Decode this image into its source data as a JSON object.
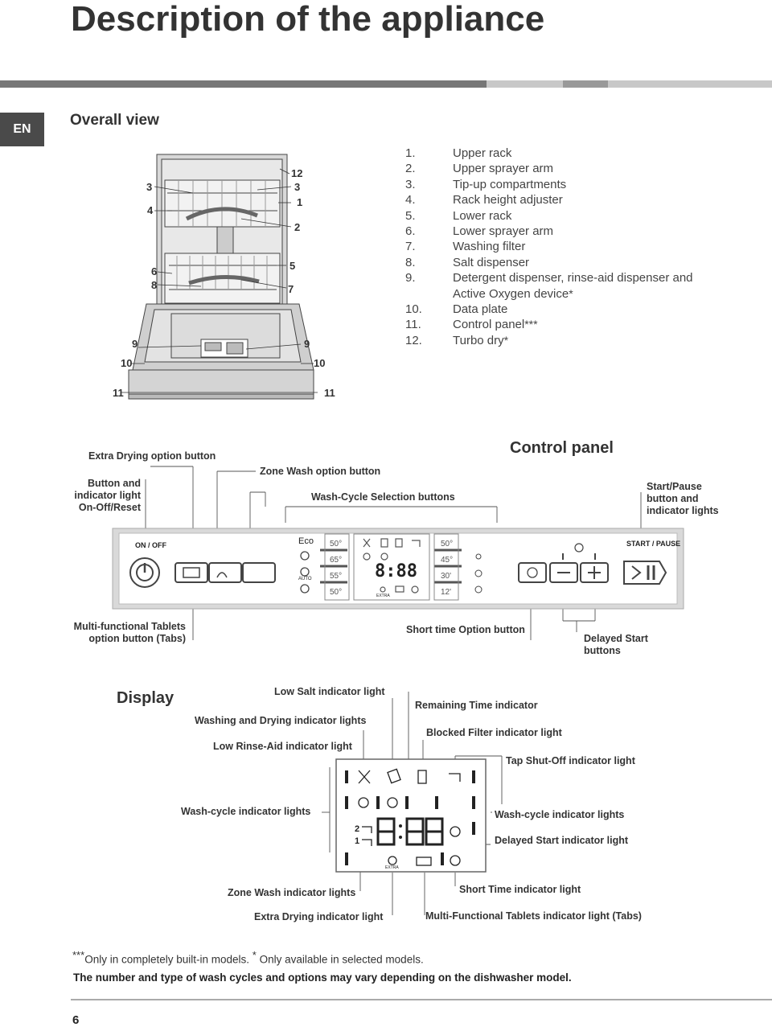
{
  "page_title": "Description of the appliance",
  "language_tab": "EN",
  "overall_view": {
    "heading": "Overall view",
    "parts": [
      {
        "num": "1.",
        "label": "Upper rack",
        "mark": ""
      },
      {
        "num": "2.",
        "label": "Upper sprayer arm",
        "mark": ""
      },
      {
        "num": "3.",
        "label": "Tip-up compartments",
        "mark": ""
      },
      {
        "num": "4.",
        "label": "Rack height adjuster",
        "mark": ""
      },
      {
        "num": "5.",
        "label": "Lower rack",
        "mark": ""
      },
      {
        "num": "6.",
        "label": "Lower sprayer arm",
        "mark": ""
      },
      {
        "num": "7.",
        "label": "Washing filter",
        "mark": ""
      },
      {
        "num": "8.",
        "label": "Salt dispenser",
        "mark": ""
      },
      {
        "num": "9.",
        "label": "Detergent dispenser, rinse-aid dispenser and",
        "mark": ""
      },
      {
        "num": "",
        "label": "Active Oxygen device",
        "mark": "*"
      },
      {
        "num": "10.",
        "label": "Data plate",
        "mark": ""
      },
      {
        "num": "11.",
        "label": "Control panel",
        "mark": "***"
      },
      {
        "num": "12.",
        "label": "Turbo dry",
        "mark": "*"
      }
    ],
    "callouts": {
      "c12": "12",
      "c3l": "3",
      "c3r": "3",
      "c4": "4",
      "c1": "1",
      "c2": "2",
      "c6": "6",
      "c5": "5",
      "c8": "8",
      "c7": "7",
      "c9l": "9",
      "c9r": "9",
      "c10l": "10",
      "c10r": "10",
      "c11l": "11",
      "c11r": "11"
    }
  },
  "control_panel": {
    "heading": "Control panel",
    "labels": {
      "extra_drying": "Extra Drying option button",
      "onoff_1": "Button and",
      "onoff_2": "indicator light",
      "onoff_3": "On-Off/Reset",
      "zone_wash": "Zone Wash option button",
      "wash_cycle": "Wash-Cycle Selection buttons",
      "start_1": "Start/Pause",
      "start_2": "button and",
      "start_3": "indicator lights",
      "tabs_1": "Multi-functional Tablets",
      "tabs_2": "option button (Tabs)",
      "short_time": "Short time Option button",
      "delayed_1": "Delayed Start",
      "delayed_2": "buttons"
    },
    "panel_text": {
      "on_off": "ON / OFF",
      "eco": "Eco",
      "auto": "AUTO",
      "start_pause": "START / PAUSE",
      "temps_left": [
        "50°",
        "65°",
        "55°",
        "50°"
      ],
      "temps_right": [
        "50°",
        "45°",
        "30'",
        "12'"
      ],
      "digits": "8:88",
      "extra": "EXTRA"
    }
  },
  "display": {
    "heading": "Display",
    "labels": {
      "low_salt": "Low Salt indicator light",
      "wash_dry": "Washing and Drying indicator lights",
      "low_rinse": "Low Rinse-Aid indicator light",
      "remaining": "Remaining Time indicator",
      "blocked": "Blocked Filter indicator light",
      "tap": "Tap Shut-Off indicator light",
      "wash_left": "Wash-cycle indicator lights",
      "wash_right": "Wash-cycle indicator lights",
      "delayed": "Delayed Start indicator light",
      "zone": "Zone Wash indicator lights",
      "extra_dry": "Extra Drying indicator light",
      "short": "Short Time indicator light",
      "tabs": "Multi-Functional Tablets indicator light (Tabs)"
    },
    "screen": {
      "digits": "8:88",
      "zone_2": "2",
      "zone_1": "1",
      "extra": "EXTRA"
    }
  },
  "footer": {
    "mark1": "***",
    "note1": "Only in completely built-in models. ",
    "mark2": "*",
    "note2": " Only available in selected models.",
    "note3": "The number and type of wash cycles and options may vary depending on the dishwasher model.",
    "page_number": "6"
  }
}
